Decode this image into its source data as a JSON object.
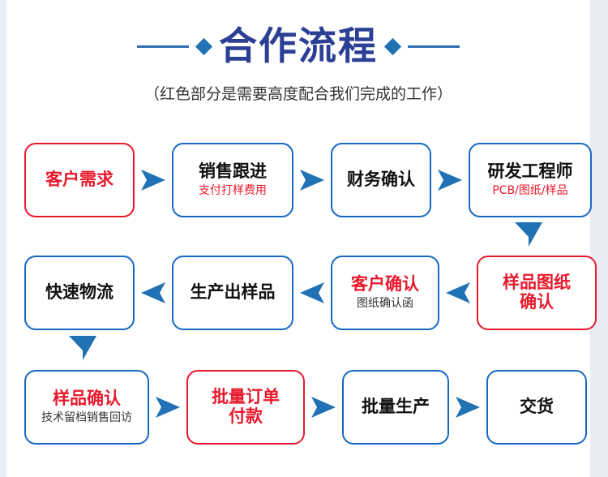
{
  "header": {
    "title": "合作流程",
    "subtitle": "（红色部分是需要高度配合我们完成的工作）",
    "title_color": "#2b3f95",
    "diamond_color": "#2171b5",
    "line_color": "#2d6fb0"
  },
  "theme": {
    "blue_border": "#1668c4",
    "red_border": "#e8192c",
    "red_text": "#e8192c",
    "black_text": "#111111",
    "arrow_blue": "#2171b5",
    "page_background": "#e8ecf4",
    "canvas_background": "#ffffff"
  },
  "flow": {
    "rows": [
      {
        "id": "row-1",
        "direction": "left-to-right",
        "nodes": [
          {
            "label": "客户需求",
            "sub": "",
            "border": "red",
            "label_color": "red",
            "sub_color": "",
            "width": 136
          },
          {
            "label": "销售跟进",
            "sub": "支付打样费用",
            "border": "blue",
            "label_color": "black",
            "sub_color": "red",
            "width": 150
          },
          {
            "label": "财务确认",
            "sub": "",
            "border": "blue",
            "label_color": "black",
            "sub_color": "",
            "width": 124
          },
          {
            "label": "研发工程师",
            "sub": "PCB/图纸/样品",
            "border": "blue",
            "label_color": "black",
            "sub_color": "red",
            "width": 152
          }
        ]
      },
      {
        "id": "row-2",
        "direction": "right-to-left",
        "nodes": [
          {
            "label": "快速物流",
            "sub": "",
            "border": "blue",
            "label_color": "black",
            "sub_color": "",
            "width": 136
          },
          {
            "label": "生产出样品",
            "sub": "",
            "border": "blue",
            "label_color": "black",
            "sub_color": "",
            "width": 150
          },
          {
            "label": "客户确认",
            "sub": "图纸确认函",
            "border": "blue",
            "label_color": "red",
            "sub_color": "black",
            "width": 134
          },
          {
            "label": "样品图纸\n确认",
            "sub": "",
            "border": "red",
            "label_color": "red",
            "sub_color": "",
            "width": 148
          }
        ]
      },
      {
        "id": "row-3",
        "direction": "left-to-right",
        "nodes": [
          {
            "label": "样品确认",
            "sub": "技术留档销售回访",
            "border": "blue",
            "label_color": "red",
            "sub_color": "black",
            "width": 154
          },
          {
            "label": "批量订单\n付款",
            "sub": "",
            "border": "red",
            "label_color": "red",
            "sub_color": "",
            "width": 146
          },
          {
            "label": "批量生产",
            "sub": "",
            "border": "blue",
            "label_color": "black",
            "sub_color": "",
            "width": 132
          },
          {
            "label": "交货",
            "sub": "",
            "border": "blue",
            "label_color": "black",
            "sub_color": "",
            "width": 124
          }
        ]
      }
    ],
    "connectors": [
      {
        "id": "arrow-down-right",
        "icon": "arrow-down-icon",
        "from": "研发工程师",
        "to": "样品图纸确认"
      },
      {
        "id": "arrow-down-left",
        "icon": "arrow-down-icon",
        "from": "快速物流",
        "to": "样品确认"
      }
    ]
  }
}
